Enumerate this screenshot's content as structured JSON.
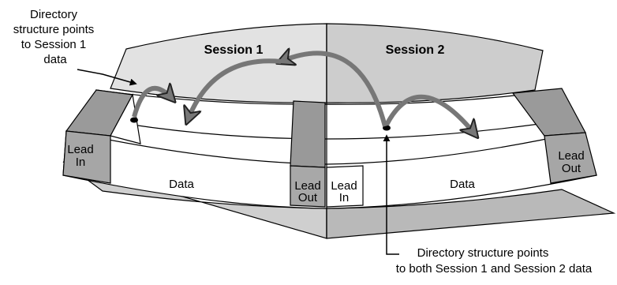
{
  "sessions": [
    {
      "title": "Session 1",
      "data_label": "Data",
      "lead_in": [
        "Lead",
        "In"
      ],
      "lead_out": [
        "Lead",
        "Out"
      ]
    },
    {
      "title": "Session 2",
      "data_label": "Data",
      "lead_in": [
        "Lead",
        "In"
      ],
      "lead_out": [
        "Lead",
        "Out"
      ]
    }
  ],
  "callouts": {
    "session1": [
      "Directory",
      "structure points",
      "to Session 1",
      "data"
    ],
    "both": [
      "Directory structure points",
      "to both Session 1 and Session 2 data"
    ]
  }
}
